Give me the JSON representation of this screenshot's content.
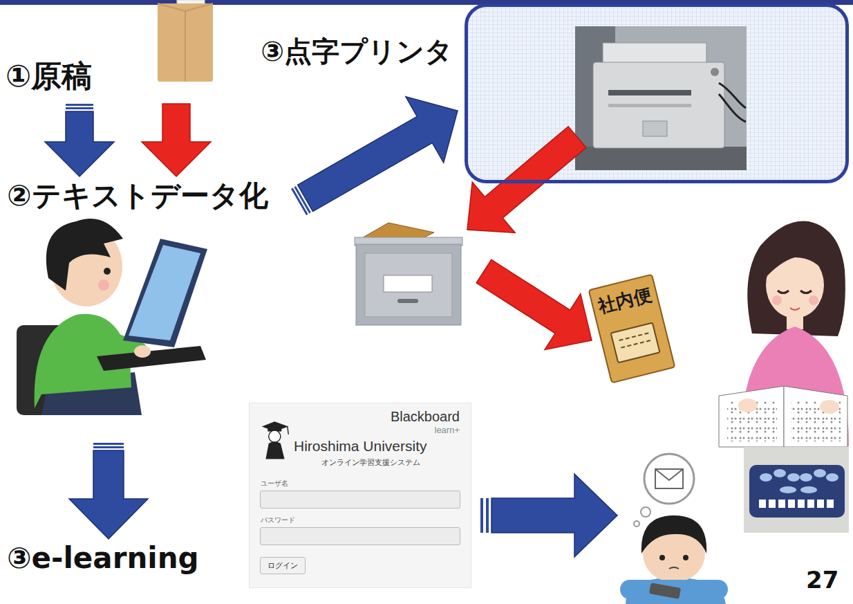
{
  "diagram": {
    "nodes": [
      {
        "text": [
          "①原稿"
        ]
      },
      {
        "text": [
          "②テキストデータ化"
        ]
      },
      {
        "text": [
          "③点字プリンタ"
        ]
      },
      {
        "text": [
          "社内便"
        ]
      },
      {
        "text": [
          "③e-learning"
        ]
      },
      {
        "text": [
          "Blackboard",
          "learn+",
          "Hiroshima University",
          "オンライン学習支援システム",
          "ユーザ名",
          "パスワード"
        ]
      },
      {
        "text": [
          "ログイン"
        ],
        "in": 5
      }
    ],
    "edges": [
      {
        "from": 0,
        "to": 1,
        "arrow": "to"
      },
      {
        "from": 0,
        "to": 1,
        "arrow": "to"
      },
      {
        "from": 1,
        "to": 2,
        "arrow": "to"
      },
      {
        "from": 1,
        "to": 4,
        "arrow": "to"
      }
    ],
    "labels": [
      "27"
    ]
  }
}
